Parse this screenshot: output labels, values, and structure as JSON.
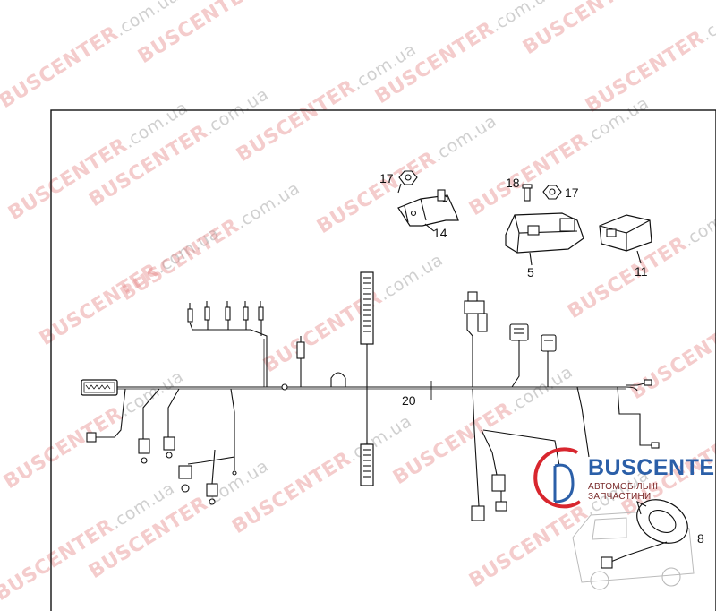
{
  "part_labels": {
    "p20": "20",
    "p17a": "17",
    "p17b": "17",
    "p18": "18",
    "p14": "14",
    "p5": "5",
    "p11": "11",
    "p8": "8"
  },
  "watermark": {
    "brand": "BUSCENTER",
    "domain": ".com.ua"
  },
  "logo": {
    "name": "BUSCENTER",
    "tagline": "АВТОМОБІЛЬНІ ЗАПЧАСТИНИ",
    "brand_color": "#2b5fa8",
    "accent_color": "#d8262e"
  }
}
